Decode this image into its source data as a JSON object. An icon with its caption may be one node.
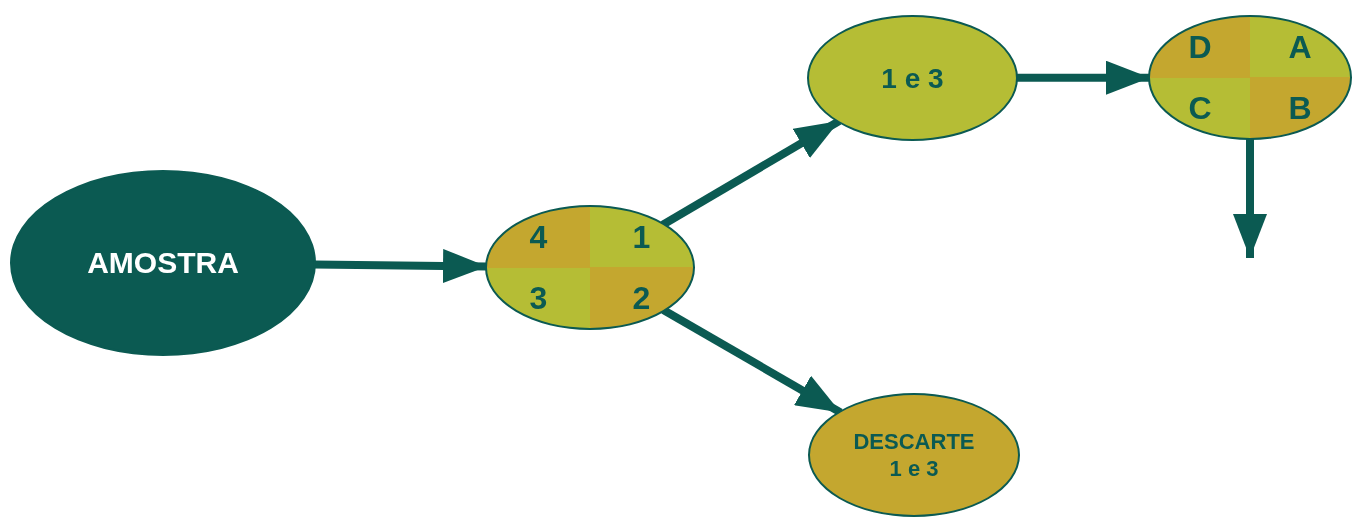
{
  "diagram": {
    "nodes": [
      {
        "text": [
          "AMOSTRA"
        ]
      },
      {
        "text": [
          "4",
          "1",
          "3",
          "2"
        ]
      },
      {
        "text": [
          "1 e 3"
        ]
      },
      {
        "text": [
          "D",
          "A",
          "C",
          "B"
        ]
      },
      {
        "text": [
          "DESCARTE",
          "1 e 3"
        ]
      }
    ],
    "edges": [
      {
        "from": 0,
        "to": 1,
        "arrow": "to"
      },
      {
        "from": 1,
        "to": 2,
        "arrow": "to"
      },
      {
        "from": 1,
        "to": 4,
        "arrow": "to"
      },
      {
        "from": 2,
        "to": 3,
        "arrow": "to"
      },
      {
        "from": 3,
        "to": null,
        "arrow": "to"
      }
    ]
  }
}
